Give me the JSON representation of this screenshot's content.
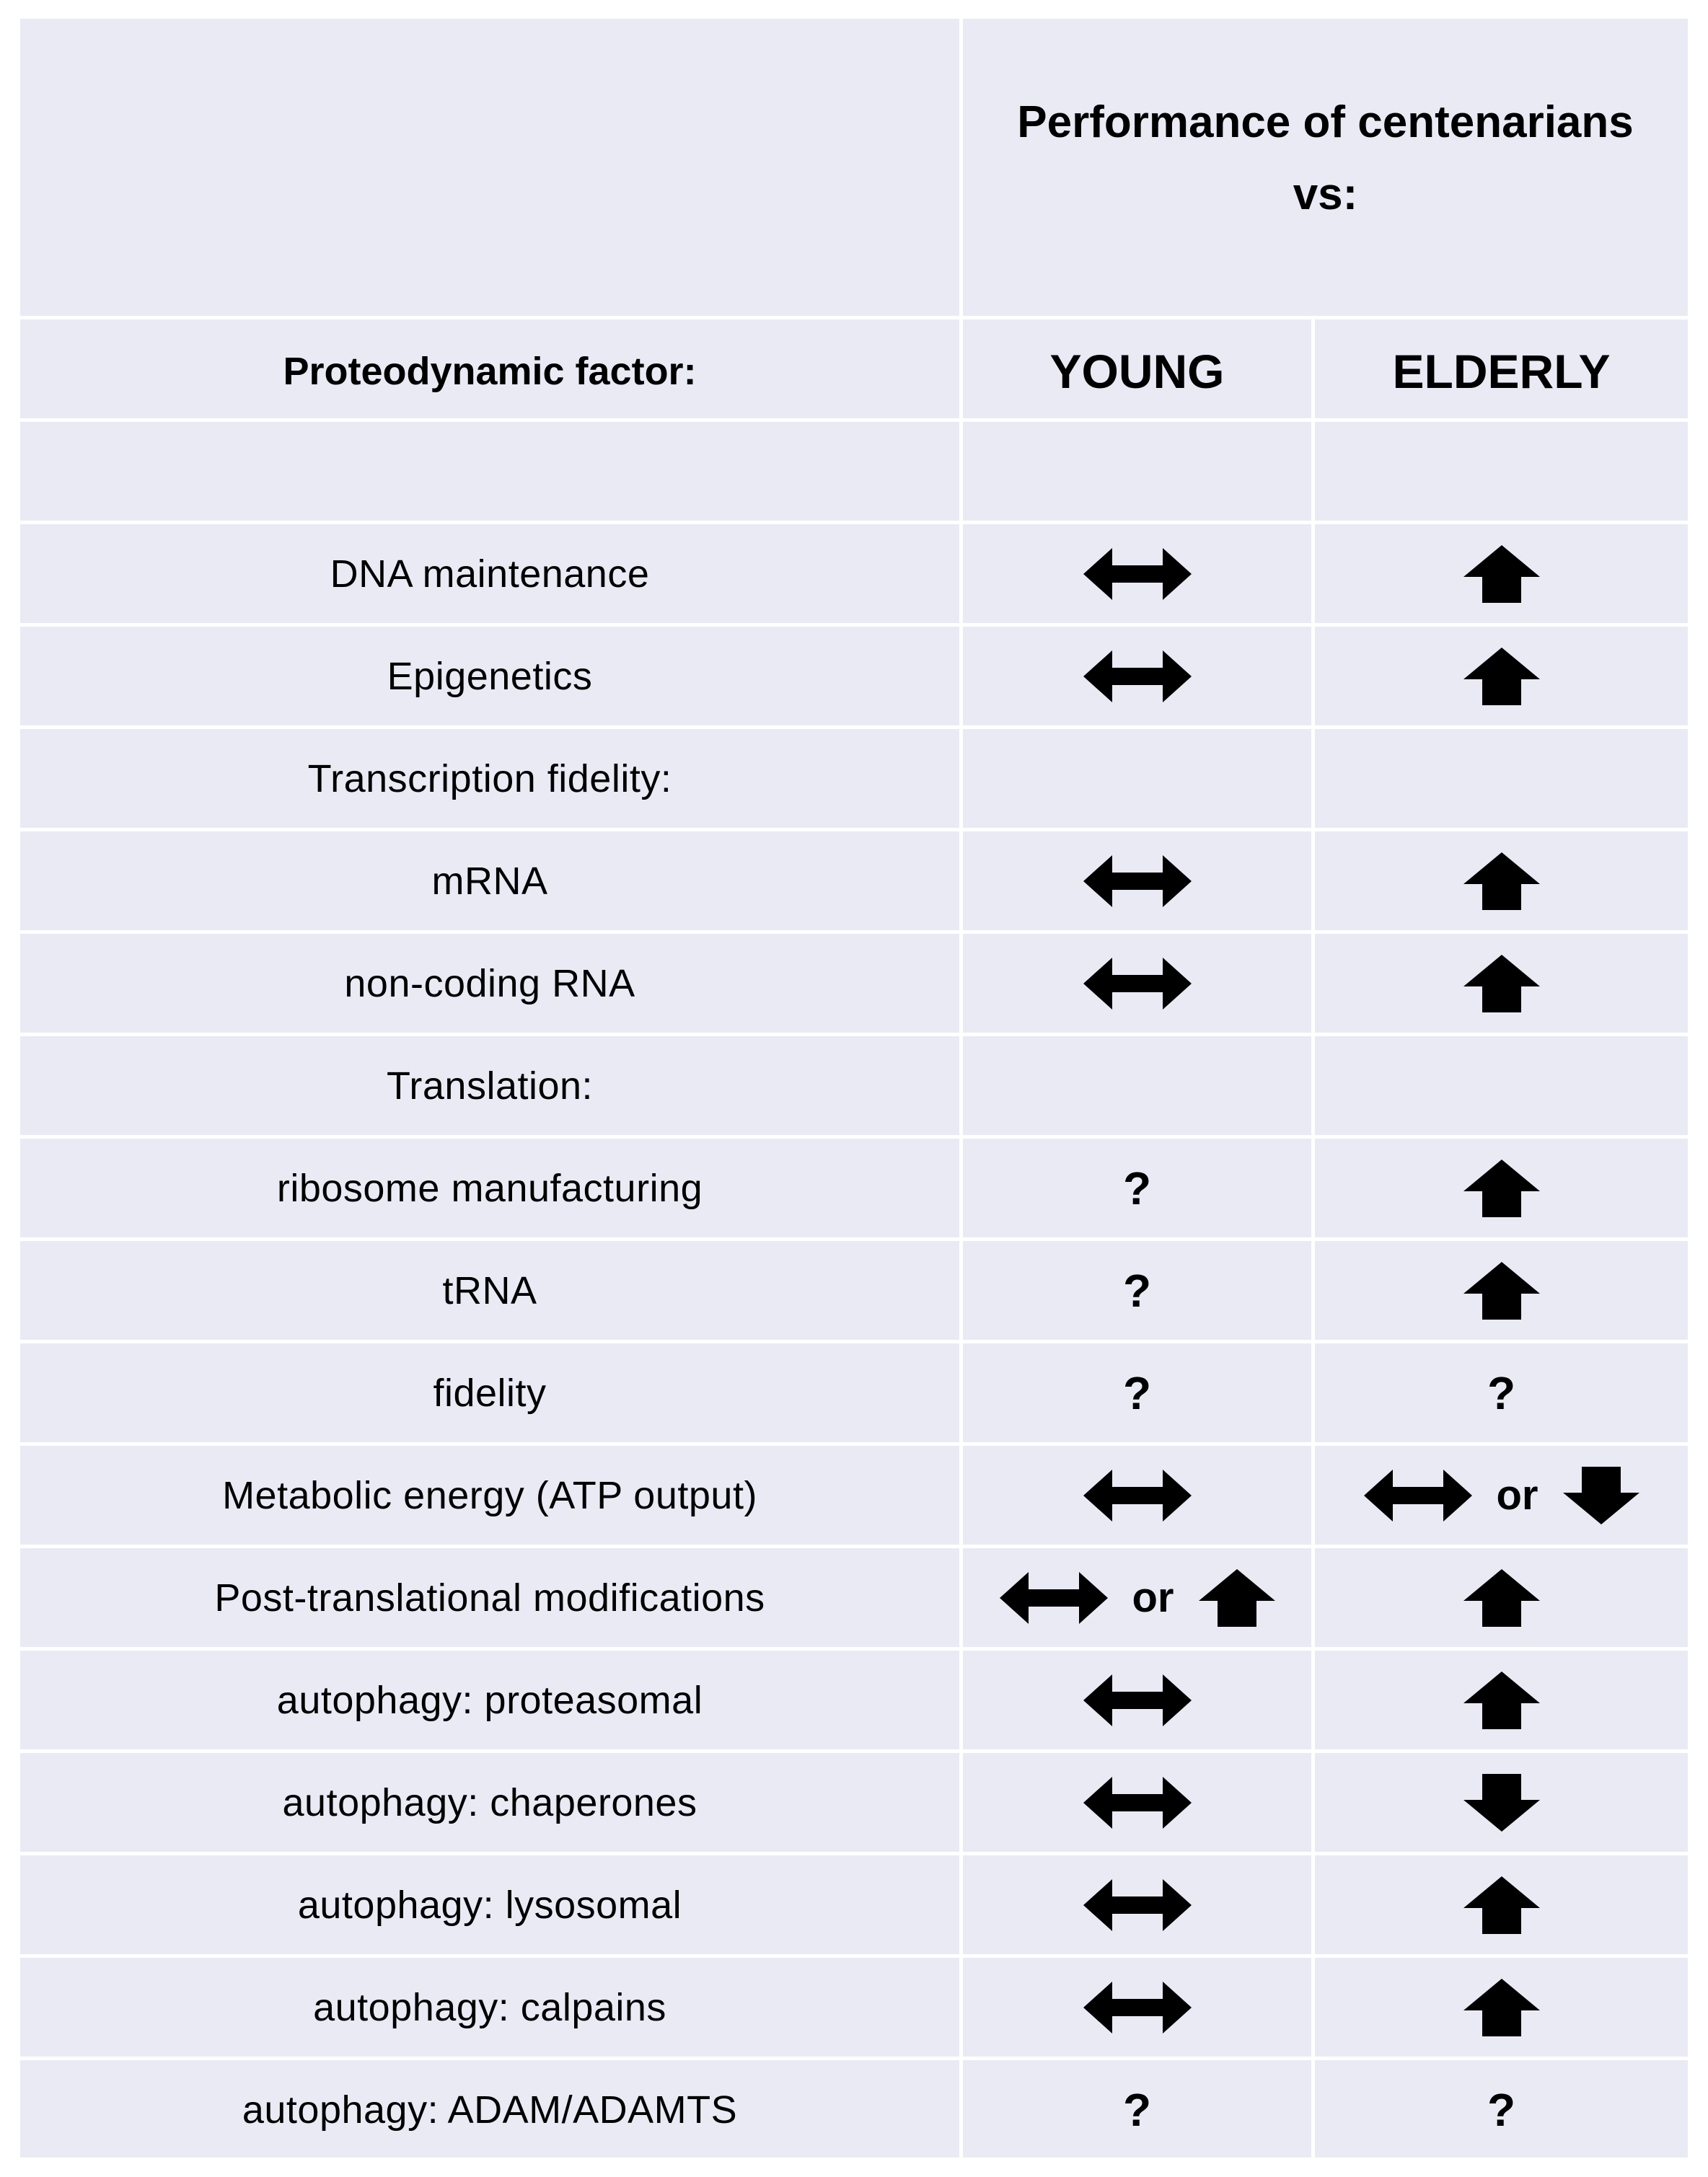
{
  "header": {
    "title_line1": "Performance of centenarians",
    "title_line2": "vs:",
    "factor_label": "Proteodynamic factor:",
    "col_young": "YOUNG",
    "col_elderly": "ELDERLY"
  },
  "symbols": {
    "or_word": "or",
    "question": "?"
  },
  "rows": [
    {
      "factor": "",
      "young": [],
      "elderly": []
    },
    {
      "factor": "DNA maintenance",
      "young": [
        "same"
      ],
      "elderly": [
        "up"
      ]
    },
    {
      "factor": "Epigenetics",
      "young": [
        "same"
      ],
      "elderly": [
        "up"
      ]
    },
    {
      "factor": "Transcription fidelity:",
      "young": [],
      "elderly": []
    },
    {
      "factor": "mRNA",
      "young": [
        "same"
      ],
      "elderly": [
        "up"
      ]
    },
    {
      "factor": "non-coding RNA",
      "young": [
        "same"
      ],
      "elderly": [
        "up"
      ]
    },
    {
      "factor": "Translation:",
      "young": [],
      "elderly": []
    },
    {
      "factor": "ribosome manufacturing",
      "young": [
        "unknown"
      ],
      "elderly": [
        "up"
      ]
    },
    {
      "factor": "tRNA",
      "young": [
        "unknown"
      ],
      "elderly": [
        "up"
      ]
    },
    {
      "factor": "fidelity",
      "young": [
        "unknown"
      ],
      "elderly": [
        "unknown"
      ]
    },
    {
      "factor": "Metabolic energy (ATP output)",
      "young": [
        "same"
      ],
      "elderly": [
        "same",
        "or",
        "down"
      ]
    },
    {
      "factor": "Post-translational modifications",
      "young": [
        "same",
        "or",
        "up"
      ],
      "elderly": [
        "up"
      ]
    },
    {
      "factor": "autophagy: proteasomal",
      "young": [
        "same"
      ],
      "elderly": [
        "up"
      ]
    },
    {
      "factor": "autophagy: chaperones",
      "young": [
        "same"
      ],
      "elderly": [
        "down"
      ]
    },
    {
      "factor": "autophagy: lysosomal",
      "young": [
        "same"
      ],
      "elderly": [
        "up"
      ]
    },
    {
      "factor": "autophagy: calpains",
      "young": [
        "same"
      ],
      "elderly": [
        "up"
      ]
    },
    {
      "factor": "autophagy: ADAM/ADAMTS",
      "young": [
        "unknown"
      ],
      "elderly": [
        "unknown"
      ]
    }
  ],
  "colors": {
    "cell_background": "#eaeaf5",
    "grid_lines": "#ffffff",
    "text": "#000000"
  }
}
